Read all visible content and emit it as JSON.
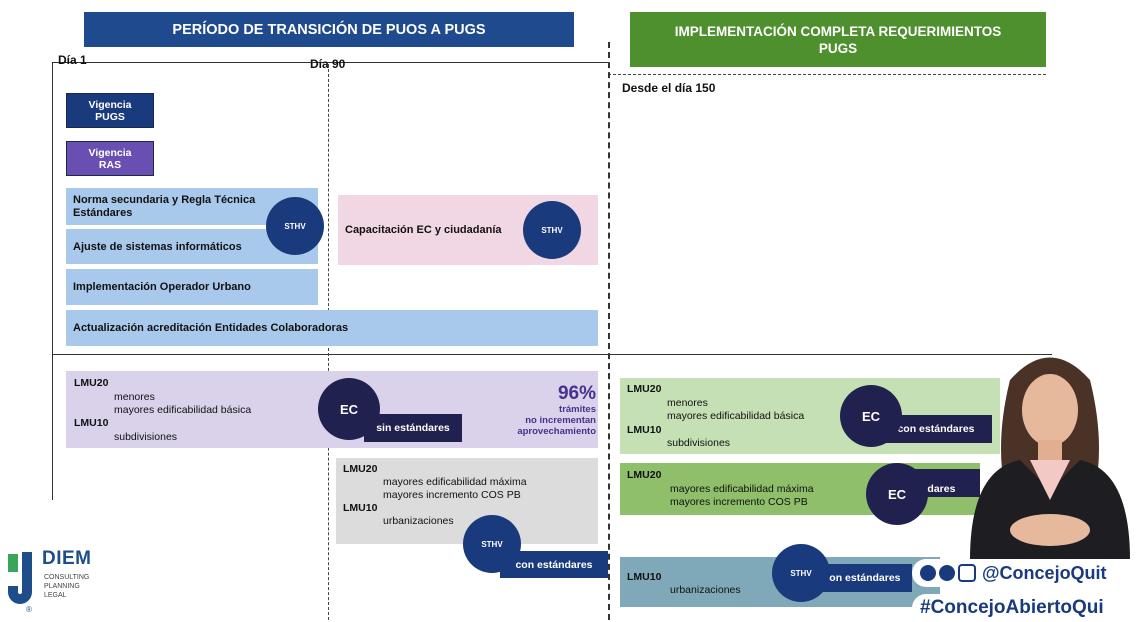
{
  "headers": {
    "left": "PERÍODO DE TRANSICIÓN DE PUOS A PUGS",
    "right": "IMPLEMENTACIÓN COMPLETA REQUERIMIENTOS PUGS"
  },
  "timeline": {
    "day1": "Día 1",
    "day90": "Día 90",
    "day150": "Desde el día 150"
  },
  "vigencia": [
    {
      "label": "Vigencia PUGS",
      "color": "#1a3a7e"
    },
    {
      "label": "Vigencia RAS",
      "color": "#6a4fb3"
    }
  ],
  "bars": {
    "norma": "Norma secundaria y Regla Técnica Estándares",
    "ajuste": "Ajuste de sistemas informáticos",
    "operador": "Implementación Operador Urbano",
    "actualizacion": "Actualización acreditación Entidades Colaboradoras",
    "capacitacion": "Capacitación EC y ciudadanía"
  },
  "badges": {
    "sthv": "STHV",
    "ec": "EC",
    "sin_estandares": "sin estándares",
    "con_estandares": "con estándares"
  },
  "stat": {
    "value": "96%",
    "line1": "trámites",
    "line2": "no incrementan",
    "line3": "aprovechamiento"
  },
  "blocks": {
    "purple": {
      "h1": "LMU20",
      "l1": "menores",
      "l2": "mayores edificabilidad básica",
      "h2": "LMU10",
      "l3": "subdivisiones"
    },
    "gray": {
      "h1": "LMU20",
      "l1": "mayores edificabilidad máxima",
      "l2": "mayores incremento COS PB",
      "h2": "LMU10",
      "l3": "urbanizaciones"
    },
    "green1": {
      "h1": "LMU20",
      "l1": "menores",
      "l2": "mayores edificabilidad básica",
      "h2": "LMU10",
      "l3": "subdivisiones"
    },
    "green2": {
      "h1": "LMU20",
      "l1": "mayores edificabilidad máxima",
      "l2": "mayores incremento COS PB"
    },
    "teal": {
      "h1": "LMU10",
      "l1": "urbanizaciones"
    }
  },
  "logo": {
    "name": "DIEM",
    "sub1": "CONSULTING",
    "sub2": "PLANNING",
    "sub3": "LEGAL"
  },
  "social": {
    "handle": "@ConcejoQuit",
    "hashtag": "#ConcejoAbiertoQui"
  },
  "colors": {
    "navy": "#1a3a7e",
    "green": "#4e8f2e",
    "purple": "#6a4fb3"
  }
}
